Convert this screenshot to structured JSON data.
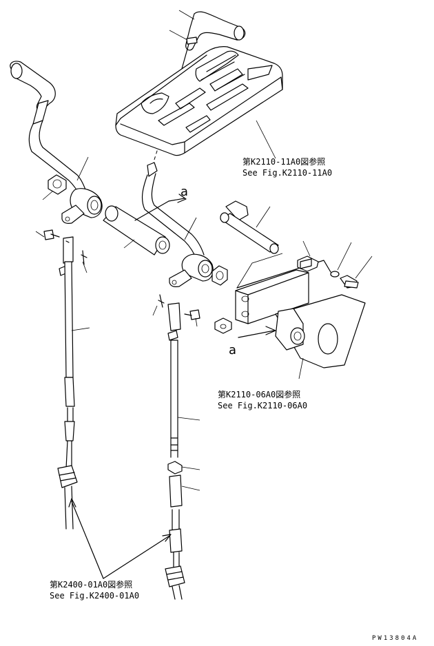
{
  "refs": {
    "panel_jp": "第K2110-11A0図参照",
    "panel_en": "See Fig.K2110-11A0",
    "bracket_jp": "第K2110-06A0図参照",
    "bracket_en": "See Fig.K2110-06A0",
    "cable_jp": "第K2400-01A0図参照",
    "cable_en": "See Fig.K2400-01A0"
  },
  "callouts": {
    "upper": "a",
    "lower": "a"
  },
  "drawing_code": "PW13804A"
}
